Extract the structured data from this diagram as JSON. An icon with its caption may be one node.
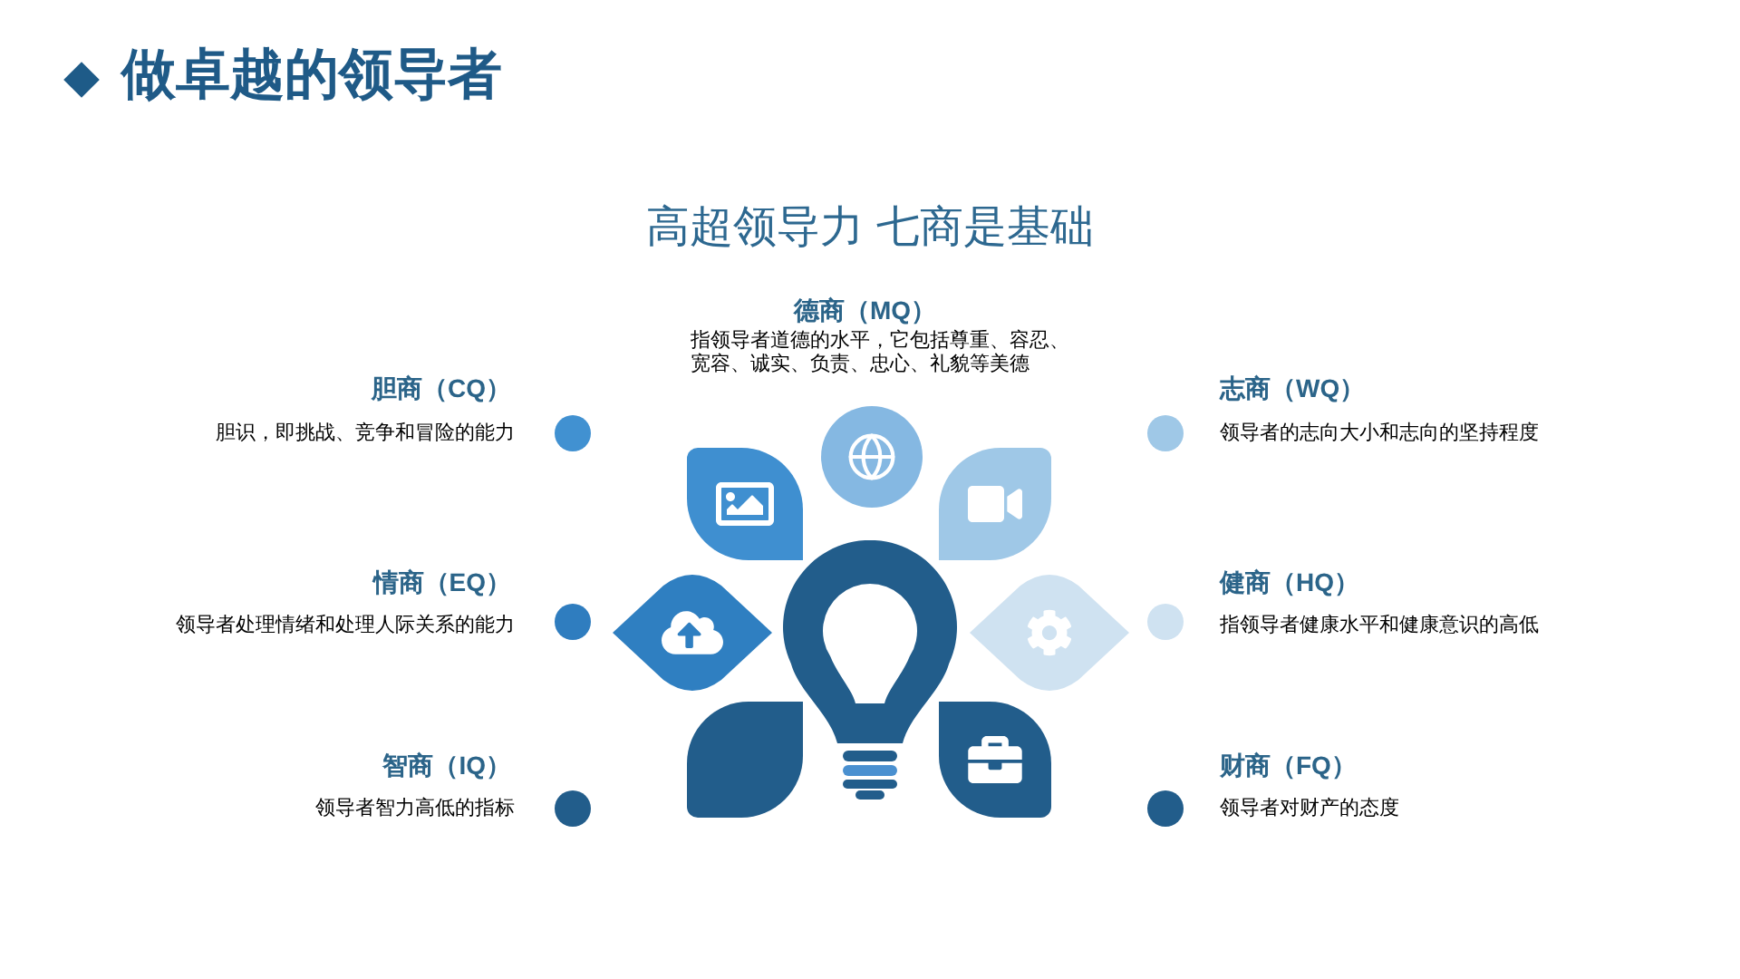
{
  "diagram": {
    "title": "做卓越的领导者",
    "labels": [
      "高超领导力 七商是基础",
      "德商（MQ）",
      "指领导者道德的水平，它包括尊重、容忍、宽容、诚实、负责、忠心、礼貌等美德",
      "胆商（CQ）",
      "胆识，即挑战、竞争和冒险的能力",
      "志商（WQ）",
      "领导者的志向大小和志向的坚持程度",
      "情商（EQ）",
      "领导者处理情绪和处理人际关系的能力",
      "健商（HQ）",
      "指领导者健康水平和健康意识的高低",
      "智商（IQ）",
      "领导者智力高低的指标",
      "财商（FQ）",
      "领导者对财产的态度"
    ]
  }
}
